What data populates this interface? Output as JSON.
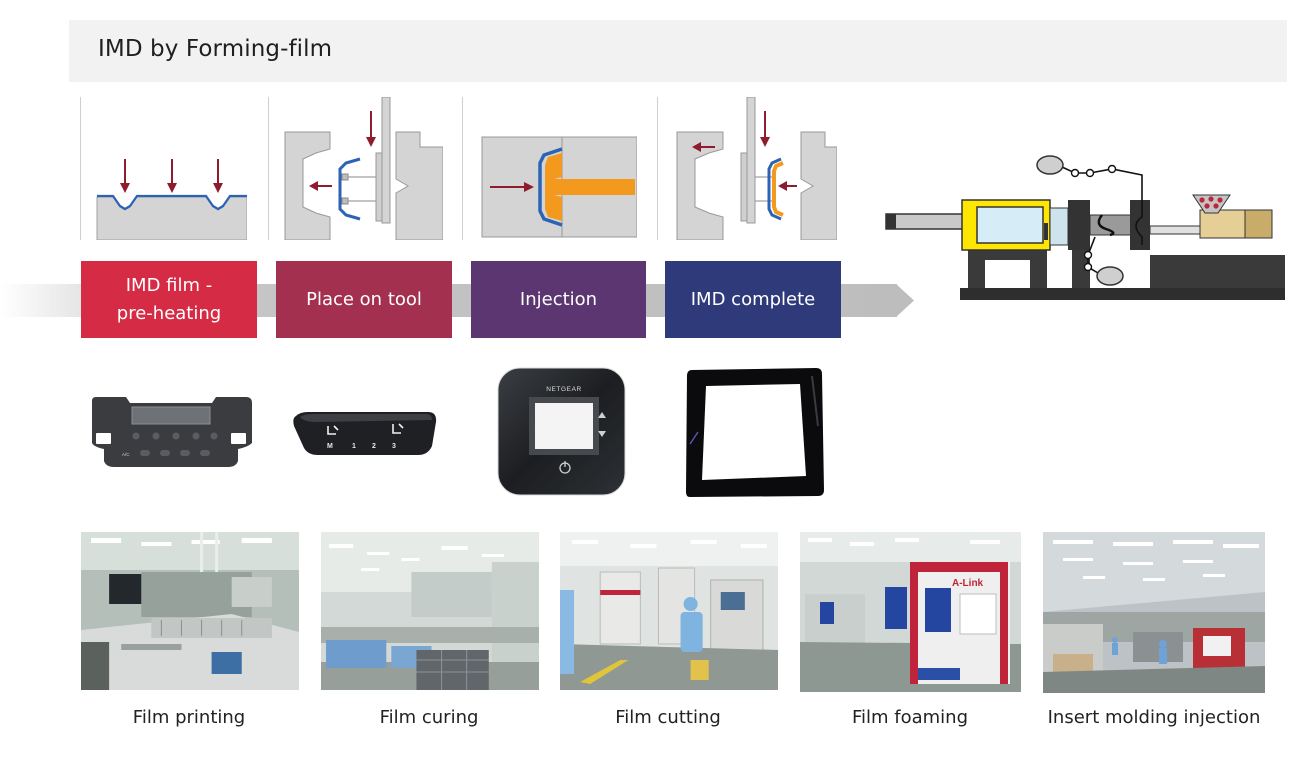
{
  "header": {
    "title": "IMD by Forming-film"
  },
  "colors": {
    "header_bg": "#f2f2f2",
    "arrow_band": "#bdbdbd",
    "diagram_arrow": "#8e1b2e",
    "film_blue": "#2b63b5",
    "resin_orange": "#f39a1e",
    "mold_gray": "#d4d4d4",
    "machine_yellow": "#ffe600"
  },
  "process": {
    "steps": [
      {
        "lines": [
          "IMD film -",
          "pre-heating"
        ],
        "color": "#d52b45",
        "diagram_icon": "film-preheating-diagram-icon"
      },
      {
        "lines": [
          "Place on tool"
        ],
        "color": "#a3304f",
        "diagram_icon": "film-placement-diagram-icon"
      },
      {
        "lines": [
          "Injection"
        ],
        "color": "#5b3670",
        "diagram_icon": "injection-diagram-icon"
      },
      {
        "lines": [
          "IMD complete"
        ],
        "color": "#2e3a7a",
        "diagram_icon": "mold-open-diagram-icon"
      }
    ],
    "machine_icon": "injection-molding-machine-icon"
  },
  "products": [
    {
      "icon": "climate-control-panel-icon",
      "markings": [
        "A/C"
      ]
    },
    {
      "icon": "seat-control-panel-icon",
      "markings": [
        "M",
        "1",
        "2",
        "3"
      ]
    },
    {
      "icon": "mobile-hotspot-cover-icon",
      "logo": "NETGEAR"
    },
    {
      "icon": "display-frame-lens-icon"
    }
  ],
  "photos": [
    {
      "caption": "Film printing",
      "icon": "film-printing-photo"
    },
    {
      "caption": "Film curing",
      "icon": "film-curing-photo"
    },
    {
      "caption": "Film cutting",
      "icon": "film-cutting-photo"
    },
    {
      "caption": "Film foaming",
      "icon": "film-foaming-photo",
      "signage": "A-Link"
    },
    {
      "caption": "Insert molding injection",
      "icon": "insert-molding-photo"
    }
  ]
}
